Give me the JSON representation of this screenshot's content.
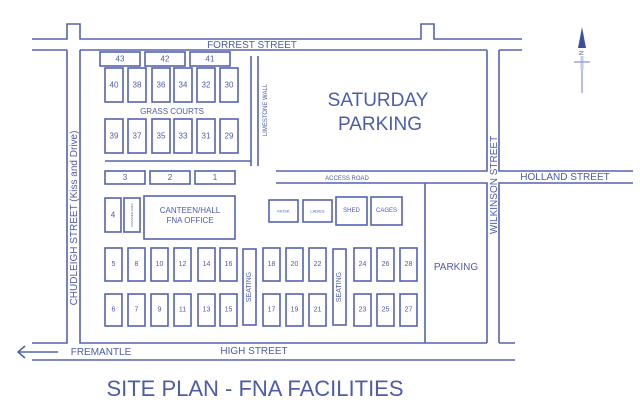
{
  "title": "SITE PLAN - FNA FACILITIES",
  "colors": {
    "line": "#5563ad",
    "text": "#4e5ca8"
  },
  "streets": {
    "forrest": "FORREST STREET",
    "chudleigh": "CHUDLEIGH STREET  (Kiss and Drive)",
    "high": "HIGH STREET",
    "wilkinson": "WILKINSON STREET",
    "holland": "HOLLAND STREET",
    "access": "ACCESS ROAD",
    "fremantle": "FREMANTLE"
  },
  "areas": {
    "saturday_parking_1": "SATURDAY",
    "saturday_parking_2": "PARKING",
    "parking": "PARKING",
    "grass_courts": "GRASS COURTS",
    "limestone_wall": "LIMESTONE WALL",
    "canteen_1": "CANTEEN/HALL",
    "canteen_2": "FNA OFFICE",
    "grassed_area": "GRASSED AREA",
    "kiosk": "KIOSK",
    "ladies": "LADIES",
    "shed": "SHED",
    "cages": "CAGES",
    "seating": "SEATING"
  },
  "north_label": "N",
  "courts": {
    "top_strip": [
      "43",
      "42",
      "41"
    ],
    "grass_row_top": [
      "40",
      "38",
      "36",
      "34",
      "32",
      "30"
    ],
    "grass_row_bottom": [
      "39",
      "37",
      "35",
      "33",
      "31",
      "29"
    ],
    "middle_strip": [
      "3",
      "2",
      "1"
    ],
    "court_4": "4",
    "hard_row_top": [
      "5",
      "8",
      "10",
      "12",
      "14",
      "16",
      "18",
      "20",
      "22",
      "24",
      "26",
      "28"
    ],
    "hard_row_bottom": [
      "6",
      "7",
      "9",
      "11",
      "13",
      "15",
      "17",
      "19",
      "21",
      "23",
      "25",
      "27"
    ]
  }
}
